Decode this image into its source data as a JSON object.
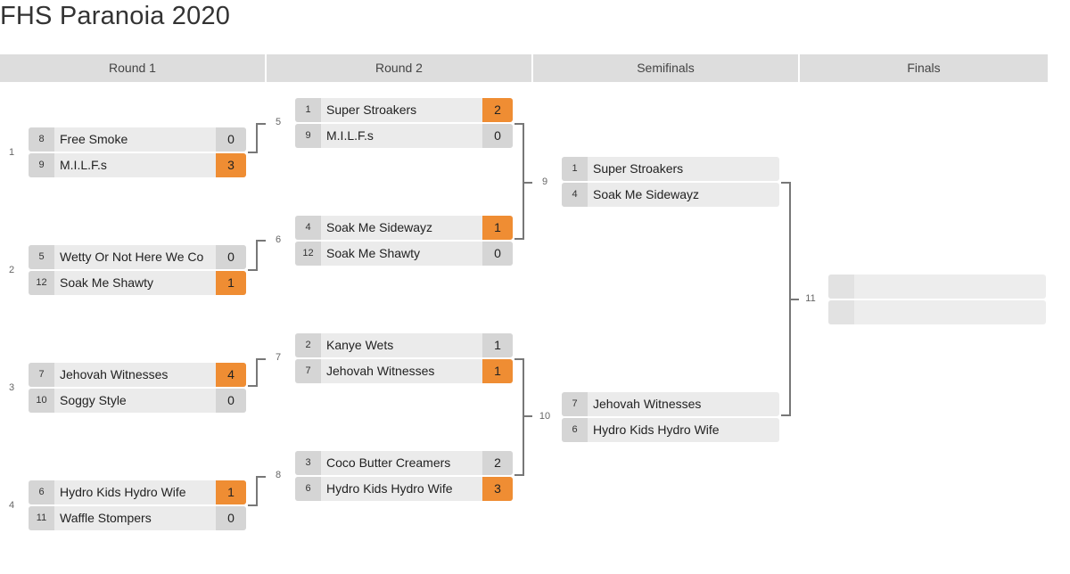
{
  "title": "FHS Paranoia 2020",
  "rounds": [
    "Round 1",
    "Round 2",
    "Semifinals",
    "Finals"
  ],
  "matches": [
    {
      "num": "1",
      "teams": [
        {
          "seed": "8",
          "name": "Free Smoke",
          "score": "0",
          "win": false
        },
        {
          "seed": "9",
          "name": "M.I.L.F.s",
          "score": "3",
          "win": true
        }
      ]
    },
    {
      "num": "2",
      "teams": [
        {
          "seed": "5",
          "name": "Wetty Or Not Here We Co",
          "score": "0",
          "win": false
        },
        {
          "seed": "12",
          "name": "Soak Me Shawty",
          "score": "1",
          "win": true
        }
      ]
    },
    {
      "num": "3",
      "teams": [
        {
          "seed": "7",
          "name": "Jehovah Witnesses",
          "score": "4",
          "win": true
        },
        {
          "seed": "10",
          "name": "Soggy Style",
          "score": "0",
          "win": false
        }
      ]
    },
    {
      "num": "4",
      "teams": [
        {
          "seed": "6",
          "name": "Hydro Kids Hydro Wife",
          "score": "1",
          "win": true
        },
        {
          "seed": "11",
          "name": "Waffle Stompers",
          "score": "0",
          "win": false
        }
      ]
    },
    {
      "num": "5",
      "teams": [
        {
          "seed": "1",
          "name": "Super Stroakers",
          "score": "2",
          "win": true
        },
        {
          "seed": "9",
          "name": "M.I.L.F.s",
          "score": "0",
          "win": false
        }
      ]
    },
    {
      "num": "6",
      "teams": [
        {
          "seed": "4",
          "name": "Soak Me Sidewayz",
          "score": "1",
          "win": true
        },
        {
          "seed": "12",
          "name": "Soak Me Shawty",
          "score": "0",
          "win": false
        }
      ]
    },
    {
      "num": "7",
      "teams": [
        {
          "seed": "2",
          "name": "Kanye Wets",
          "score": "1",
          "win": false
        },
        {
          "seed": "7",
          "name": "Jehovah Witnesses",
          "score": "1",
          "win": true
        }
      ]
    },
    {
      "num": "8",
      "teams": [
        {
          "seed": "3",
          "name": "Coco Butter Creamers",
          "score": "2",
          "win": false
        },
        {
          "seed": "6",
          "name": "Hydro Kids Hydro Wife",
          "score": "3",
          "win": true
        }
      ]
    },
    {
      "num": "9",
      "teams": [
        {
          "seed": "1",
          "name": "Super Stroakers",
          "score": "",
          "win": false
        },
        {
          "seed": "4",
          "name": "Soak Me Sidewayz",
          "score": "",
          "win": false
        }
      ]
    },
    {
      "num": "10",
      "teams": [
        {
          "seed": "7",
          "name": "Jehovah Witnesses",
          "score": "",
          "win": false
        },
        {
          "seed": "6",
          "name": "Hydro Kids Hydro Wife",
          "score": "",
          "win": false
        }
      ]
    },
    {
      "num": "11",
      "teams": [
        {
          "seed": "",
          "name": "",
          "score": "",
          "win": false
        },
        {
          "seed": "",
          "name": "",
          "score": "",
          "win": false
        }
      ]
    }
  ],
  "colors": {
    "winner": "#ef8d33",
    "header": "#dddddd",
    "row": "#ebebeb",
    "cell": "#d5d5d5"
  }
}
